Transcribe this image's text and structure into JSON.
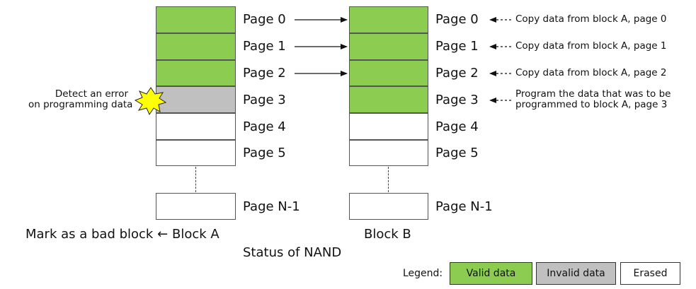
{
  "pages": [
    "Page 0",
    "Page 1",
    "Page 2",
    "Page 3",
    "Page 4",
    "Page 5",
    "Page N-1"
  ],
  "block_a": {
    "caption": "Block A",
    "mark_label": "Mark as a bad block ←",
    "error_note_line1": "Detect an error",
    "error_note_line2": "on programming data",
    "states": [
      "valid",
      "valid",
      "valid",
      "invalid",
      "erased",
      "erased",
      "erased"
    ]
  },
  "block_b": {
    "caption": "Block B",
    "states": [
      "valid",
      "valid",
      "valid",
      "valid",
      "erased",
      "erased",
      "erased"
    ],
    "notes": [
      "Copy data from block A, page 0",
      "Copy data from block A, page 1",
      "Copy data from block A, page 2"
    ],
    "program_note_line1": "Program the data that was to be",
    "program_note_line2": "programmed to block A, page 3"
  },
  "title": "Status of NAND",
  "legend": {
    "label": "Legend:",
    "valid": "Valid data",
    "invalid": "Invalid data",
    "erased": "Erased"
  },
  "colors": {
    "valid": "#8ccc50",
    "invalid": "#c0c0c0",
    "erased": "#ffffff",
    "starburst": "#ffff00"
  }
}
